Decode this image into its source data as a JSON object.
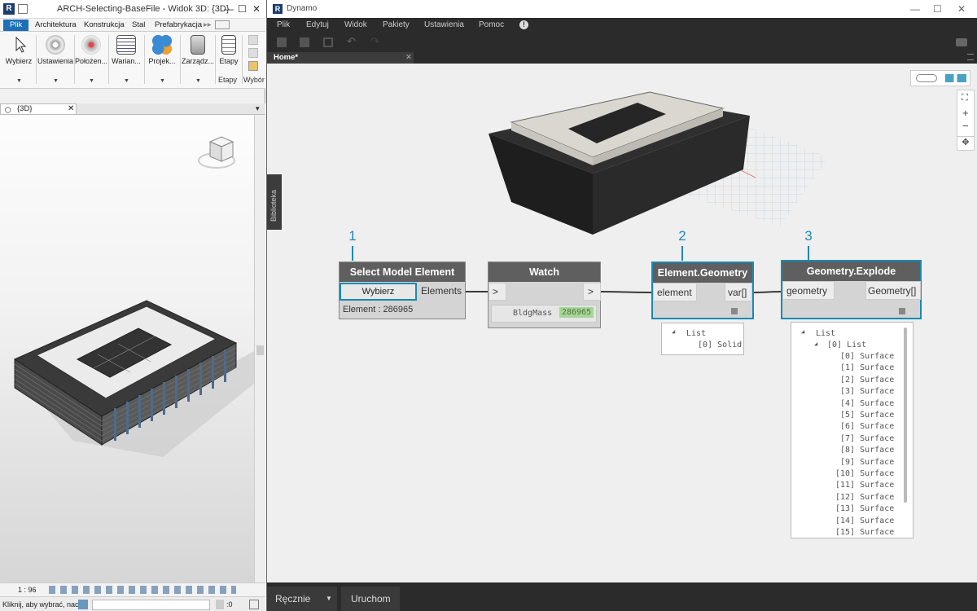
{
  "revit": {
    "title": "ARCH-Selecting-BaseFile - Widok 3D: {3D}",
    "tabs": [
      "Plik",
      "Architektura",
      "Konstrukcja",
      "Stal",
      "Prefabrykacja"
    ],
    "ribbon": [
      "Wybierz",
      "Ustawienia",
      "Położen...",
      "Warian...",
      "Projek...",
      "Zarządz...",
      "Etapy"
    ],
    "panel_labels": {
      "etapy": "Etapy",
      "wybor": "Wybór"
    },
    "view_tab": "{3D}",
    "scale": "1 : 96",
    "status_text": "Kliknij, aby wybrać, nac",
    "status_count": ":0"
  },
  "dynamo": {
    "title": "Dynamo",
    "menu": [
      "Plik",
      "Edytuj",
      "Widok",
      "Pakiety",
      "Ustawienia",
      "Pomoc"
    ],
    "tab": "Home*",
    "library_label": "Biblioteka",
    "run_mode": "Ręcznie",
    "run_button": "Uruchom",
    "callouts": [
      "1",
      "2",
      "3"
    ],
    "nodes": {
      "select": {
        "title": "Select Model Element",
        "button": "Wybierz",
        "output": "Elements",
        "info": "Element : 286965"
      },
      "watch": {
        "title": "Watch",
        "in": ">",
        "out": ">",
        "key": "BldgMass",
        "value": "286965"
      },
      "geometry": {
        "title": "Element.Geometry",
        "in": "element",
        "out": "var[]"
      },
      "explode": {
        "title": "Geometry.Explode",
        "in": "geometry",
        "out": "Geometry[]"
      }
    },
    "preview_geometry": [
      "List",
      "[0] Solid"
    ],
    "preview_explode": [
      "List",
      "[0] List",
      "[0] Surface",
      "[1] Surface",
      "[2] Surface",
      "[3] Surface",
      "[4] Surface",
      "[5] Surface",
      "[6] Surface",
      "[7] Surface",
      "[8] Surface",
      "[9] Surface",
      "[10] Surface",
      "[11] Surface",
      "[12] Surface",
      "[13] Surface",
      "[14] Surface",
      "[15] Surface"
    ]
  }
}
